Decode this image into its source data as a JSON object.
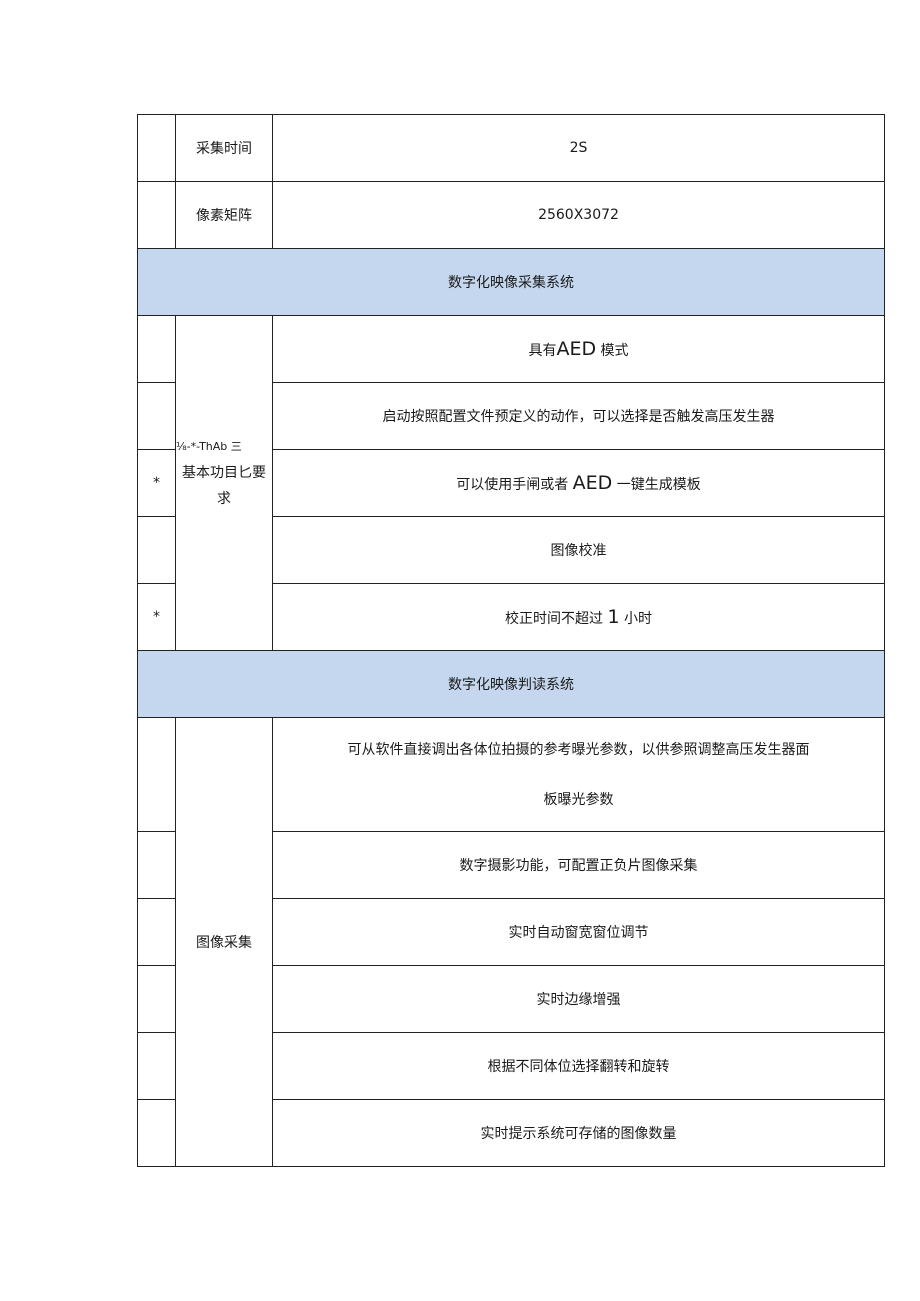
{
  "rows_top": [
    {
      "label": "采集时间",
      "value": "2S"
    },
    {
      "label": "像素矩阵",
      "value": "2560X3072"
    }
  ],
  "section1": {
    "title": "数字化映像采集系统"
  },
  "group1": {
    "label_garbled": "⅛-*-ThAb 三",
    "label_line1": "基本功目匕要",
    "label_line2": "求",
    "items": [
      {
        "star": "",
        "pre": "具有",
        "big": "AED",
        "post": " 模式"
      },
      {
        "star": "",
        "pre": "启动按照配置文件预定义的动作，可以选择是否触发高压发生器",
        "big": "",
        "post": ""
      },
      {
        "star": "*",
        "pre": "可以使用手闸或者 ",
        "big": "AED",
        "post": " 一键生成模板"
      },
      {
        "star": "",
        "pre": "图像校准",
        "big": "",
        "post": ""
      },
      {
        "star": "*",
        "pre": "校正时间不超过 ",
        "big": "1",
        "post": " 小时"
      }
    ]
  },
  "section2": {
    "title": "数字化映像判读系统"
  },
  "group2": {
    "label": "图像采集",
    "items": [
      {
        "line1": "可从软件直接调出各体位拍摄的参考曝光参数，以供参照调整高压发生器面",
        "line2": "板曝光参数"
      },
      {
        "line1": "数字摄影功能，可配置正负片图像采集"
      },
      {
        "line1": "实时自动窗宽窗位调节"
      },
      {
        "line1": "实时边缘增强"
      },
      {
        "line1": "根据不同体位选择翻转和旋转"
      },
      {
        "line1": "实时提示系统可存储的图像数量"
      }
    ]
  }
}
